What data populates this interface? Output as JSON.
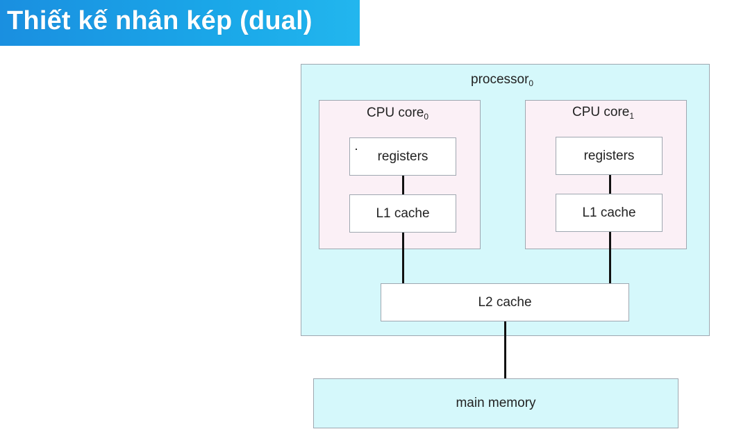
{
  "title": "Thiết kế nhân kép (dual)",
  "colors": {
    "title_bar": "#1aa7e8",
    "processor_fill": "#d5f8fb",
    "core_fill": "#fbf0f6",
    "memory_fill": "#d5f8fb",
    "wire": "#111111"
  },
  "processor": {
    "label": "processor",
    "subscript": "0"
  },
  "cores": [
    {
      "label": "CPU core",
      "subscript": "0",
      "registers": "registers",
      "l1": "L1 cache"
    },
    {
      "label": "CPU core",
      "subscript": "1",
      "registers": "registers",
      "l1": "L1 cache"
    }
  ],
  "l2": "L2 cache",
  "memory": "main memory"
}
